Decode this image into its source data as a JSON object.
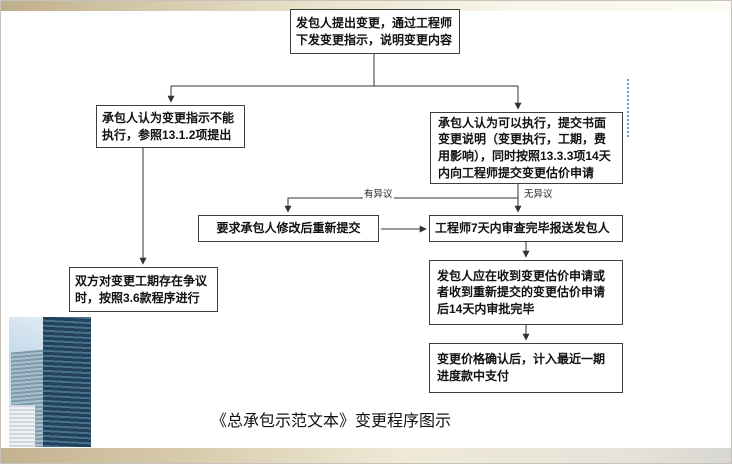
{
  "slide": {
    "caption": "《总承包示范文本》变更程序图示"
  },
  "flowchart": {
    "boxes": {
      "start": "发包人提出变更，通过工程师下发变更指示，说明变更内容",
      "cannot_execute": "承包人认为变更指示不能执行，参照13.1.2项提出",
      "can_execute": "承包人认为可以执行，提交书面变更说明（变更执行，工期，费用影响），同时按照13.3.3项14天内向工程师提交变更估价申请",
      "resubmit": "要求承包人修改后重新提交",
      "engineer_review": "工程师7天内审查完毕报送发包人",
      "schedule_dispute": "双方对变更工期存在争议时，按照3.6款程序进行",
      "employer_approval": "发包人应在收到变更估价申请或者收到重新提交的变更估价申请后14天内审批完毕",
      "payment": "变更价格确认后，计入最近一期进度款中支付"
    },
    "edge_labels": {
      "has_objection": "有异议",
      "no_objection": "无异议"
    }
  },
  "colors": {
    "accent_bar_tan": "#c3b290",
    "dotted_line_blue": "#5ba3d9",
    "box_border": "#3f3f3f"
  }
}
